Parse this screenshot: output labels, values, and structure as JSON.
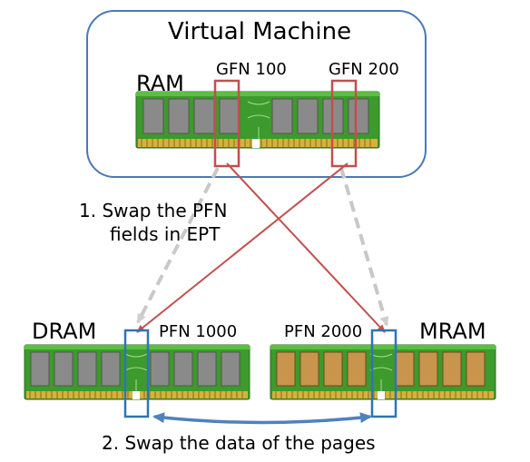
{
  "vm": {
    "title": "Virtual Machine"
  },
  "labels": {
    "ram": "RAM",
    "gfn_100": "GFN 100",
    "gfn_200": "GFN 200",
    "dram": "DRAM",
    "pfn_1000": "PFN 1000",
    "pfn_2000": "PFN 2000",
    "mram": "MRAM"
  },
  "steps": {
    "step1_line1": "1.  Swap the PFN",
    "step1_line2": "fields in EPT",
    "step2": "2.  Swap the data of the pages"
  },
  "colors": {
    "vm_border": "#4a78b8",
    "gfn_box": "#c0504d",
    "pfn_box": "#2e74b5",
    "new_mapping_arrow": "#c0504d",
    "old_mapping_arrow": "#c8c8c8",
    "data_swap_arrow": "#4f81bd",
    "ram_pcb": "#3d9a2c",
    "dram_chip": "#8a8a8a",
    "mram_chip": "#c9954c"
  }
}
